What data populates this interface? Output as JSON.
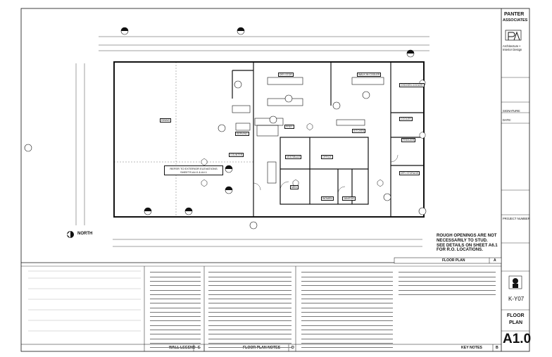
{
  "firm": {
    "name_line1": "PANTER",
    "name_line2": "ASSOCIATES",
    "tagline": "Architecture • Interior Design",
    "logo_icon": "pa-monogram-logo"
  },
  "title_block": {
    "signature_label": "SIGNATURE:",
    "date_label": "DATE:",
    "restaurant_name": "K-Y07",
    "project_label": "PROJECT NUMBER",
    "sheet_title_line1": "FLOOR",
    "sheet_title_line2": "PLAN",
    "sheet_number": "A1.0",
    "brand_icon": "colonel-portrait-logo"
  },
  "plan": {
    "main_label": "FLOOR PLAN",
    "label_box_letter": "A",
    "north_label": "NORTH",
    "north_icon": "north-arrow-icon",
    "exterior_note_line1": "REFER TO EXTERIOR ELEVATIONS",
    "exterior_note_line2": "SHEETS A4.0 & A4.1",
    "callout_line1": "ROUGH OPENINGS ARE NOT",
    "callout_line2": "NECESSARILY TO STUD.",
    "callout_line3": "SEE DETAILS ON SHEET A6.1",
    "callout_line4": "FOR R.O. LOCATIONS.",
    "rooms": {
      "dining": "DINING",
      "dry_stor": "DRY STOR",
      "walk_in_cooler": "WALK-IN COOLER",
      "chicken_cooler": "CHICKEN COOLER",
      "cooler": "COOLER",
      "freezer": "FREEZER",
      "dry_storage": "DRY STORAGE",
      "office": "OFFICE",
      "mens": "MEN",
      "womens": "WOMEN",
      "vestibule": "VESTIBULE",
      "janitor": "JANITOR",
      "kitchen": "KITCHEN",
      "prep": "PREP",
      "serving": "SERVING",
      "counter": "COUNTER"
    }
  },
  "bottom": {
    "wall_legend_title": "WALL LEGEND",
    "wall_legend_letter": "E",
    "floor_plan_notes_title": "FLOOR PLAN NOTES",
    "floor_plan_notes_letter": "D",
    "key_notes_title": "KEY NOTES",
    "key_notes_letter": "B"
  }
}
